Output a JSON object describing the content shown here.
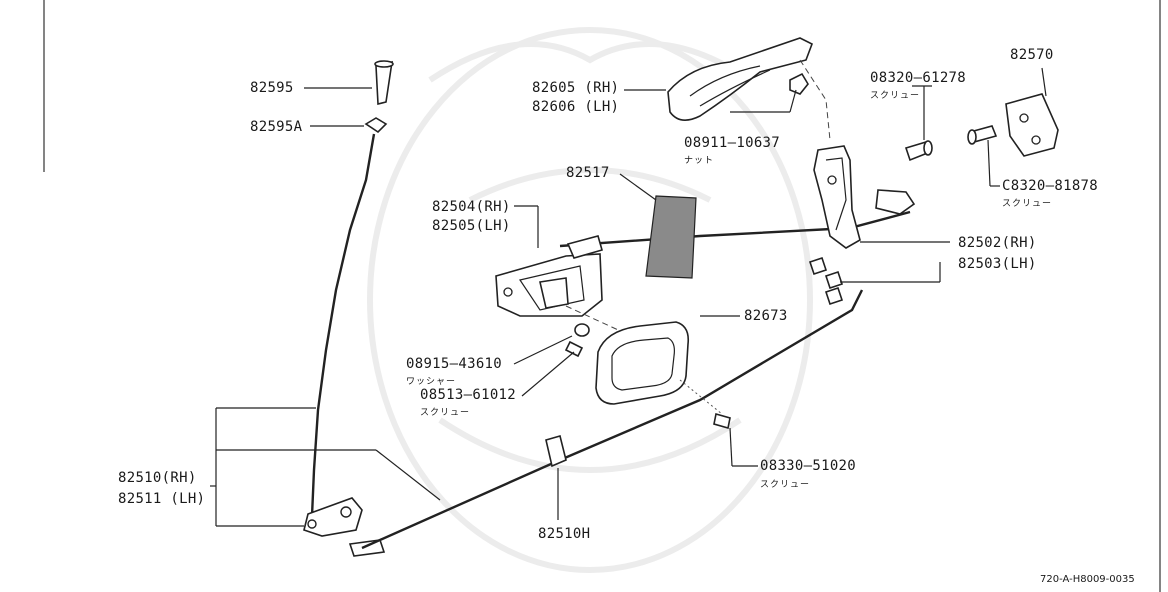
{
  "parts": {
    "p82595": "82595",
    "p82595a": "82595A",
    "p82605": "82605 (RH)",
    "p82606": "82606 (LH)",
    "p08911": "08911—10637",
    "p08911_sub": "ナット",
    "p08320a": "08320—61278",
    "p08320a_sub": "スクリュー",
    "p82570": "82570",
    "p08320b": "C8320—81878",
    "p08320b_sub": "スクリュー",
    "p82517": "82517",
    "p82504": "82504(RH)",
    "p82505": "82505(LH)",
    "p82502": "82502(RH)",
    "p82503": "82503(LH)",
    "p82673": "82673",
    "p08915": "08915—43610",
    "p08915_sub": "ワッシャー",
    "p08513": "08513—61012",
    "p08513_sub": "スクリュー",
    "p08330": "08330—51020",
    "p08330_sub": "スクリュー",
    "p82510": "82510(RH)",
    "p82511": "82511 (LH)",
    "p82510h": "82510H"
  },
  "diagram_ref": "720-A-H8009-0035"
}
